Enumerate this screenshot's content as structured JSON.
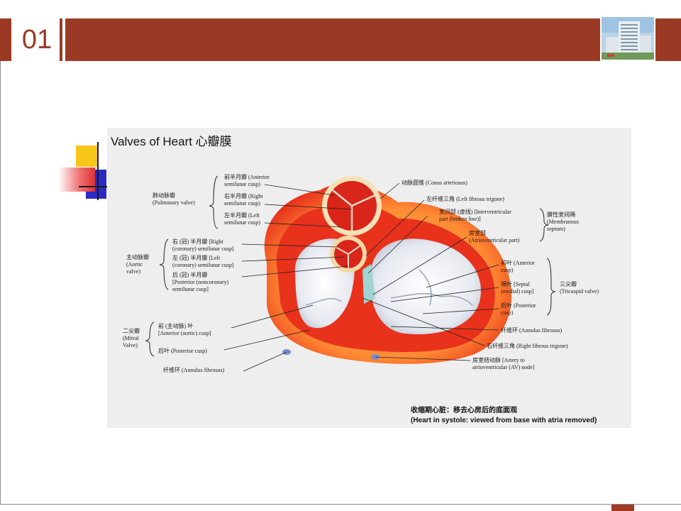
{
  "slide": {
    "number": "01",
    "colors": {
      "accent": "#9b3a24",
      "background": "#ffffff"
    },
    "header_image": "hospital-building-photo"
  },
  "figure": {
    "image": "heart-valves-illustration",
    "title": "Valves of Heart 心瓣膜",
    "labels": {
      "pulmonary_valve": [
        "肺动脉瓣",
        "(Pulmonary valve)"
      ],
      "anterior_semilunar": [
        "前半月瓣 (Anterior",
        "semilunar cusp)"
      ],
      "right_semilunar": [
        "右半月瓣 (Right",
        "semilunar cusp)"
      ],
      "left_semilunar": [
        "左半月瓣 (Left",
        "semilunar cusp)"
      ],
      "aortic_valve": [
        "主动脉瓣",
        "(Aortic",
        "valve)"
      ],
      "right_coronary_cusp": [
        "右 (冠) 半月瓣 [Right",
        "(coronary) semilunar cusp]"
      ],
      "left_coronary_cusp": [
        "左 (冠) 半月瓣 [Left",
        "(coronary) semilunar cusp]"
      ],
      "posterior_cusp": [
        "后 (冠) 半月瓣",
        "[Posterior (noncoronary)",
        "semilunar cusp]"
      ],
      "mitral_valve": [
        "二尖瓣",
        "(Mitral",
        "Valve)"
      ],
      "anterior_aortic_cusp": [
        "前 (主动脉) 叶",
        "[Anterior (aortic) cusp]"
      ],
      "posterior_mitral_cusp": [
        "后叶 (Posterior cusp)"
      ],
      "annulus_left": [
        "纤维环 (Annulus fibrosus)"
      ],
      "conus_arteriosus": [
        "动脉圆锥 (Conus arteriosus)"
      ],
      "left_fibrous_trigone": [
        "左纤维三角 (Left fibrous trigone)"
      ],
      "interventricular_part": [
        "室间部 (虚线) [Interventricular",
        "part (broken line)]"
      ],
      "atrioventricular_part": [
        "房室部",
        "(Atrioventricular part)"
      ],
      "membranous_septum": [
        "膜性室间隔",
        "(Membranous",
        "septum)"
      ],
      "tricuspid_anterior": [
        "前叶 (Anterior",
        "cusp)"
      ],
      "tricuspid_septal": [
        "隔叶 [Septal",
        "(medial) cusp]"
      ],
      "tricuspid_posterior": [
        "后叶 (Posterior",
        "cusp)"
      ],
      "tricuspid_valve": [
        "三尖瓣",
        "(Tricuspid valve)"
      ],
      "annulus_right": [
        "纤维环 (Annulus fibrosus)"
      ],
      "right_fibrous_trigone": [
        "右纤维三角 (Right fibrous trigone)"
      ],
      "av_node_artery": [
        "房室结动脉 [Artery to",
        "atrioventricular (AV) node]"
      ]
    },
    "caption": [
      "收缩期心脏：移去心房后的底面观",
      "(Heart in systole: viewed from base with atria removed)"
    ]
  }
}
